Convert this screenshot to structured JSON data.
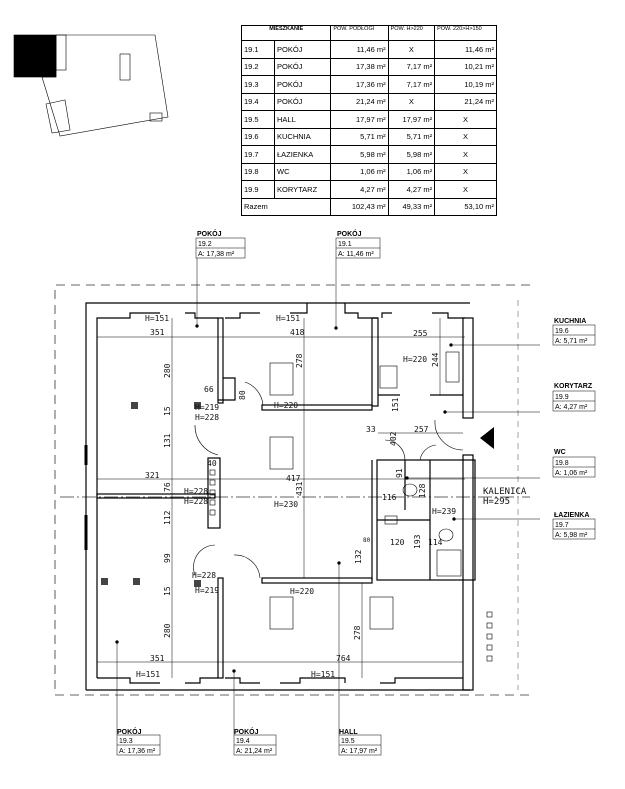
{
  "table": {
    "title": "MIESZKANIE",
    "headers": [
      "POW. PODŁOGI",
      "POW. H>220",
      "POW. 220>H>150"
    ],
    "rows": [
      {
        "no": "19.1",
        "name": "POKÓJ",
        "area": "11,46 m²",
        "h220": "X",
        "h150": "11,46 m²"
      },
      {
        "no": "19.2",
        "name": "POKÓJ",
        "area": "17,38 m²",
        "h220": "7,17 m²",
        "h150": "10,21 m²"
      },
      {
        "no": "19.3",
        "name": "POKÓJ",
        "area": "17,36 m²",
        "h220": "7,17 m²",
        "h150": "10,19 m²"
      },
      {
        "no": "19.4",
        "name": "POKÓJ",
        "area": "21,24 m²",
        "h220": "X",
        "h150": "21,24 m²"
      },
      {
        "no": "19.5",
        "name": "HALL",
        "area": "17,97 m²",
        "h220": "17,97 m²",
        "h150": "X"
      },
      {
        "no": "19.6",
        "name": "KUCHNIA",
        "area": "5,71 m²",
        "h220": "5,71 m²",
        "h150": "X"
      },
      {
        "no": "19.7",
        "name": "ŁAZIENKA",
        "area": "5,98 m²",
        "h220": "5,98 m²",
        "h150": "X"
      },
      {
        "no": "19.8",
        "name": "WC",
        "area": "1,06 m²",
        "h220": "1,06 m²",
        "h150": "X"
      },
      {
        "no": "19.9",
        "name": "KORYTARZ",
        "area": "4,27 m²",
        "h220": "4,27 m²",
        "h150": "X"
      }
    ],
    "total": {
      "label": "Razem",
      "area": "102,43 m²",
      "h220": "49,33 m²",
      "h150": "53,10 m²"
    }
  },
  "rooms": {
    "r192": {
      "name": "POKÓJ",
      "no": "19.2",
      "area": "A: 17,38 m²"
    },
    "r191": {
      "name": "POKÓJ",
      "no": "19.1",
      "area": "A: 11,46 m²"
    },
    "r196": {
      "name": "KUCHNIA",
      "no": "19.6",
      "area": "A: 5,71 m²"
    },
    "r199": {
      "name": "KORYTARZ",
      "no": "19.9",
      "area": "A: 4,27 m²"
    },
    "r198": {
      "name": "WC",
      "no": "19.8",
      "area": "A: 1,06 m²"
    },
    "r197": {
      "name": "ŁAZIENKA",
      "no": "19.7",
      "area": "A: 5,98 m²"
    },
    "r193": {
      "name": "POKÓJ",
      "no": "19.3",
      "area": "A: 17,36 m²"
    },
    "r194": {
      "name": "POKÓJ",
      "no": "19.4",
      "area": "A: 21,24 m²"
    },
    "r195": {
      "name": "HALL",
      "no": "19.5",
      "area": "A: 17,97 m²"
    }
  },
  "ridge": {
    "label": "KALENICA",
    "height": "H=295"
  },
  "dims": [
    "H=151",
    "351",
    "H=151",
    "418",
    "280",
    "278",
    "66",
    "80",
    "H=219",
    "H=228",
    "H=220",
    "15",
    "131",
    "40",
    "321",
    "417",
    "76",
    "H=228",
    "H=228",
    "H=230",
    "431",
    "112",
    "99",
    "H=228",
    "15",
    "H=219",
    "H=220",
    "280",
    "278",
    "351",
    "764",
    "H=151",
    "H=151",
    "255",
    "H=220",
    "244",
    "151",
    "33",
    "257",
    "402",
    "91",
    "128",
    "116",
    "H=239",
    "120",
    "193",
    "114",
    "132",
    "80"
  ]
}
